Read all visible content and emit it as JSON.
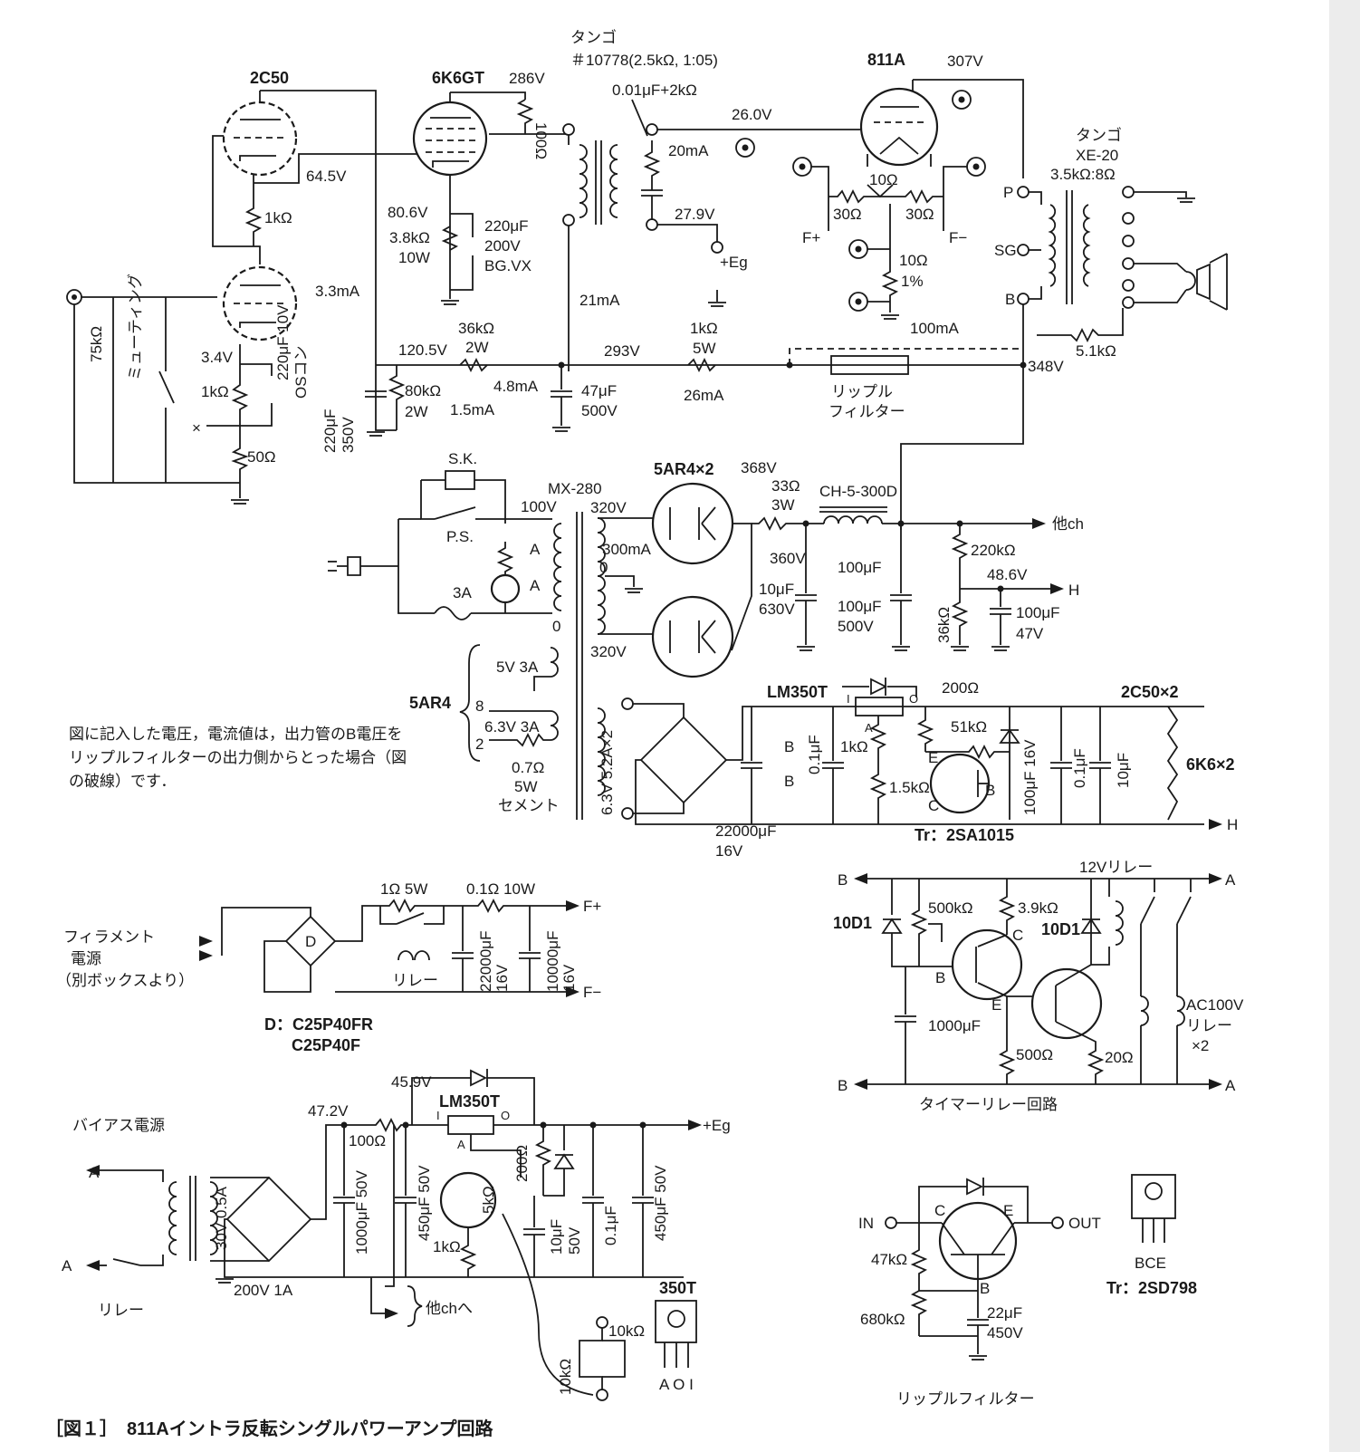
{
  "tubes": {
    "t2c50": "2C50",
    "t6k6": "6K6GT",
    "t811": "811A",
    "t5ar4": "5AR4×2"
  },
  "transformers": {
    "tango1_a": "タンゴ",
    "tango1_b": "＃10778(2.5kΩ, 1:05)",
    "tango2_a": "タンゴ",
    "tango2_b": "XE-20",
    "tango2_c": "3.5kΩ:8Ω",
    "mx280": "MX-280",
    "choke": "CH-5-300D"
  },
  "amp": {
    "v286": "286V",
    "v307": "307V",
    "r100": "100Ω",
    "c001": "0.01μF+2kΩ",
    "v26": "26.0V",
    "i20": "20mA",
    "v279": "27.9V",
    "eg": "+Eg",
    "v645": "64.5V",
    "r1k_a": "1kΩ",
    "v806": "80.6V",
    "r38": "3.8kΩ",
    "r38w": "10W",
    "c220a": "220μF",
    "c220a_v": "200V",
    "c220a_t": "BG.VX",
    "i33": "3.3mA",
    "i21": "21mA",
    "r75": "75kΩ",
    "muting": "ミューティング",
    "v34": "3.4V",
    "r1k_b": "1kΩ",
    "c220b": "220μF 10V",
    "c220b_t": "OSコン",
    "x": "×",
    "r50": "50Ω",
    "v1205": "120.5V",
    "r36": "36kΩ",
    "r36w": "2W",
    "i48": "4.8mA",
    "r80": "80kΩ",
    "r80w": "2W",
    "i15": "1.5mA",
    "c220c": "220μF",
    "c220c_v": "350V",
    "v293": "293V",
    "c47": "47μF",
    "c47_v": "500V",
    "r1k_c": "1kΩ",
    "r1k_cw": "5W",
    "i26": "26mA",
    "i100": "100mA",
    "ripple1": "リップル",
    "ripple2": "フィルター",
    "v348": "348V",
    "r10": "10Ω",
    "r30a": "30Ω",
    "r30b": "30Ω",
    "fplus": "F+",
    "fminus": "F−",
    "r10b": "10Ω",
    "r10b_t": "1%",
    "p": "P",
    "sg": "SG",
    "b": "B",
    "r51": "5.1kΩ"
  },
  "psu": {
    "sk": "S.K.",
    "ps": "P.S.",
    "fuse": "3A",
    "v100": "100V",
    "a1": "A",
    "a2": "A",
    "v320a": "320V",
    "i300": "300mA",
    "zero": "0",
    "v320b": "320V",
    "zero2": "0",
    "v368": "368V",
    "r33": "33Ω",
    "r33w": "3W",
    "v360": "360V",
    "c10": "10μF",
    "c10_v": "630V",
    "c100a": "100μF",
    "c100b": "100μF",
    "c100_v": "500V",
    "other": "他ch",
    "r220": "220kΩ",
    "v486": "48.6V",
    "h1": "H",
    "r36k": "36kΩ",
    "c100c": "100μF",
    "c100c_v": "47V",
    "ar4": "5AR4",
    "w5v": "5V 3A",
    "w8": "8",
    "w63": "6.3V 3A",
    "w2": "2",
    "r07": "0.7Ω",
    "r07w": "5W",
    "r07t": "セメント",
    "w63x2": "6.3V 5.2A×2",
    "lm350": "LM350T",
    "pin_i": "I",
    "pin_o": "O",
    "pin_a": "A",
    "r200": "200Ω",
    "r51k": "51kΩ",
    "c01": "0.1μF",
    "r1k": "1kΩ",
    "r15k": "1.5kΩ",
    "b1": "B",
    "b2": "B",
    "e": "E",
    "b3": "B",
    "c": "C",
    "c100d": "100μF 16V",
    "c01b": "0.1μF",
    "c10b": "10μF",
    "h2c50": "2C50×2",
    "h6k6": "6K6×2",
    "h2": "H",
    "c22000": "22000μF",
    "c22000v": "16V",
    "tr": "Tr：2SA1015"
  },
  "note": "図に記入した電圧，電流値は，出力管のB電圧をリップルフィルターの出力側からとった場合（図の破線）です．",
  "fil": {
    "t1": "フィラメント",
    "t2": "電源",
    "t3": "（別ボックスより）",
    "d": "D",
    "r1": "1Ω 5W",
    "r01": "0.1Ω 10W",
    "fp": "F+",
    "fm": "F−",
    "relay": "リレー",
    "c22000": "22000μF",
    "c22000v": "16V",
    "c10000": "10000μF",
    "c10000v": "16V",
    "dlabel": "D：C25P40FR",
    "dlabel2": "C25P40F"
  },
  "bias": {
    "title": "バイアス電源",
    "a1": "A",
    "a2": "A",
    "relay": "リレー",
    "w30": "30V 0.5A",
    "v200": "200V 1A",
    "v472": "47.2V",
    "v459": "45.9V",
    "r100": "100Ω",
    "lm": "LM350T",
    "pi": "I",
    "po": "O",
    "pa": "A",
    "c1000": "1000μF 50V",
    "c450": "450μF 50V",
    "r5k": "5kΩ",
    "r1k": "1kΩ",
    "r200": "200Ω",
    "c10": "10μF",
    "c10v": "50V",
    "c01": "0.1μF",
    "c450b": "450μF 50V",
    "eg": "+Eg",
    "other": "他chへ",
    "r10k_a": "10kΩ",
    "r10k_b": "10kΩ",
    "pkg": "350T",
    "pins": "A O I"
  },
  "timer": {
    "b1": "B",
    "b2": "B",
    "a1": "A",
    "a2": "A",
    "d1": "10D1",
    "d2": "10D1",
    "r500k": "500kΩ",
    "r39": "3.9kΩ",
    "relay12": "12Vリレー",
    "c1000": "1000μF",
    "r500": "500Ω",
    "r20": "20Ω",
    "b": "B",
    "c": "C",
    "e": "E",
    "ac1": "AC100V",
    "ac2": "リレー",
    "ac3": "×2",
    "title": "タイマーリレー回路"
  },
  "ripple": {
    "in": "IN",
    "out": "OUT",
    "c": "C",
    "e": "E",
    "b": "B",
    "r47": "47kΩ",
    "r680": "680kΩ",
    "c22": "22μF",
    "c22v": "450V",
    "title": "リップルフィルター",
    "pins": "BCE",
    "tr": "Tr：2SD798"
  },
  "caption": "［図１］　811Aイントラ反転シングルパワーアンプ回路"
}
